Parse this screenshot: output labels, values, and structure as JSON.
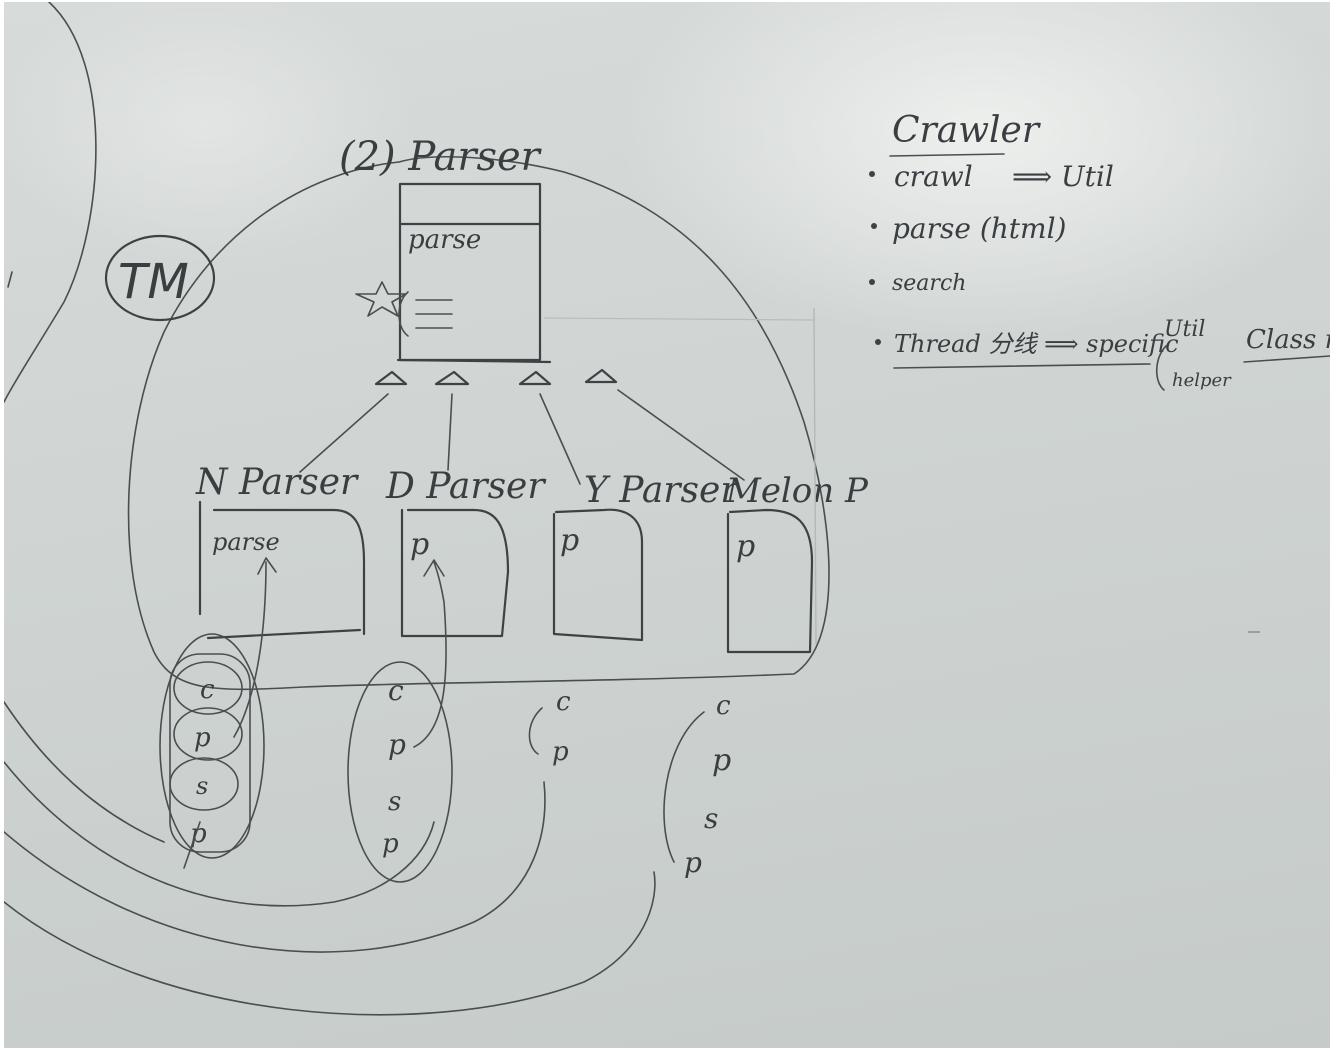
{
  "parent": {
    "heading": "(2) Parser",
    "method": "parse"
  },
  "tm_label": "TM",
  "children": [
    {
      "name": "N Parser",
      "method": "parse"
    },
    {
      "name": "D Parser",
      "method": "p"
    },
    {
      "name": "Y Parser",
      "method": "p"
    },
    {
      "name": "Melon P",
      "method": "p"
    }
  ],
  "stacks": {
    "first": [
      "c",
      "p",
      "s",
      "p"
    ],
    "second": [
      "c",
      "p",
      "s",
      "p"
    ],
    "third": [
      "c",
      "p"
    ],
    "fourth": [
      "c",
      "p",
      "s",
      "p"
    ]
  },
  "crawler_notes": {
    "title": "Crawler",
    "items": [
      {
        "text": "crawl",
        "suffix": "⟹ Util"
      },
      {
        "text": "parse (html)",
        "suffix": ""
      },
      {
        "text": "search",
        "suffix": ""
      },
      {
        "text": "Thread 分线 ⟹ specific",
        "suffix": ""
      }
    ],
    "util_label": "Util",
    "helper_label": "helper",
    "class_label": "Class re"
  }
}
